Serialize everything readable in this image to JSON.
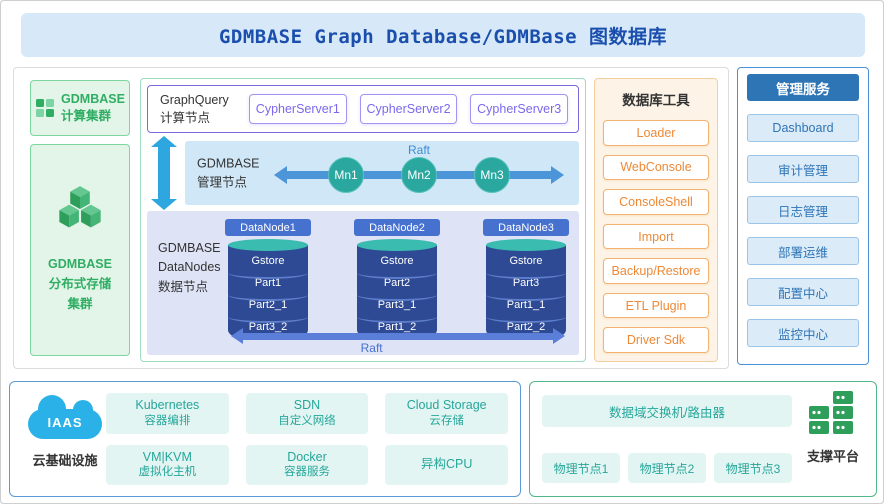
{
  "colors": {
    "title_blue": "#1a4fad",
    "green": "#2fae63",
    "teal": "#26a69a",
    "orange": "#ed8936",
    "blue": "#2e75b6",
    "purple": "#7b68ee",
    "navy": "#2e4a94",
    "azure_arrow": "#2ea7e0"
  },
  "title": "GDMBASE Graph Database/GDMBase 图数据库",
  "left_panel": {
    "compute": {
      "line1": "GDMBASE",
      "line2": "计算集群"
    },
    "storage": {
      "line1": "GDMBASE",
      "line2": "分布式存储",
      "line3": "集群"
    }
  },
  "graphquery": {
    "label_line1": "GraphQuery",
    "label_line2": "计算节点",
    "servers": [
      "CypherServer1",
      "CypherServer2",
      "CypherServer3"
    ]
  },
  "management": {
    "label_line1": "GDMBASE",
    "label_line2": "管理节点",
    "raft_label": "Raft",
    "nodes": [
      "Mn1",
      "Mn2",
      "Mn3"
    ]
  },
  "datanodes": {
    "label_line1": "GDMBASE",
    "label_line2": "DataNodes",
    "label_line3": "数据节点",
    "raft_label": "Raft",
    "stacks": [
      {
        "name": "DataNode1",
        "segments": [
          "Gstore",
          "Part1",
          "Part2_1",
          "Part3_2"
        ]
      },
      {
        "name": "DataNode2",
        "segments": [
          "Gstore",
          "Part2",
          "Part3_1",
          "Part1_2"
        ]
      },
      {
        "name": "DataNode3",
        "segments": [
          "Gstore",
          "Part3",
          "Part1_1",
          "Part2_2"
        ]
      }
    ]
  },
  "database_tools": {
    "title": "数据库工具",
    "items": [
      "Loader",
      "WebConsole",
      "ConsoleShell",
      "Import",
      "Backup/Restore",
      "ETL Plugin",
      "Driver Sdk"
    ]
  },
  "management_services": {
    "title": "管理服务",
    "items": [
      "Dashboard",
      "审计管理",
      "日志管理",
      "部署运维",
      "配置中心",
      "监控中心"
    ]
  },
  "iaas": {
    "cloud_label": "IAAS",
    "caption": "云基础设施",
    "items": [
      {
        "line1": "Kubernetes",
        "line2": "容器编排"
      },
      {
        "line1": "SDN",
        "line2": "自定义网络"
      },
      {
        "line1": "Cloud Storage",
        "line2": "云存储"
      },
      {
        "line1": "VM|KVM",
        "line2": "虚拟化主机"
      },
      {
        "line1": "Docker",
        "line2": "容器服务"
      },
      {
        "line1": "异构CPU",
        "line2": ""
      }
    ]
  },
  "support": {
    "switch_label": "数据域交换机/路由器",
    "nodes": [
      "物理节点1",
      "物理节点2",
      "物理节点3"
    ],
    "caption": "支撑平台"
  }
}
